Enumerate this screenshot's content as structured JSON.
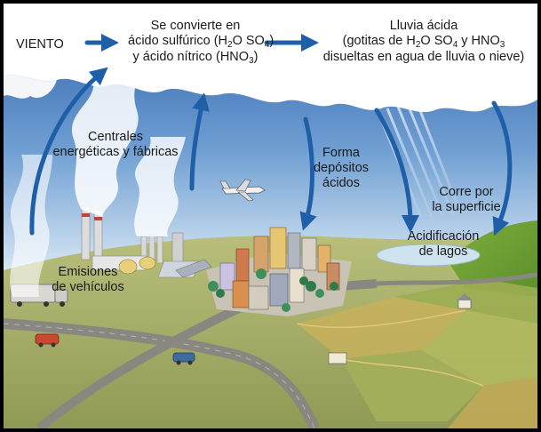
{
  "labels": {
    "wind": "VIENTO",
    "converts": {
      "line1": "Se convierte en",
      "line2_pre": "ácido sulfúrico (H",
      "line2_sub1": "2",
      "line2_mid": "O SO",
      "line2_sub2": "4",
      "line2_post": ")",
      "line3_pre": "y ácido nítrico (HNO",
      "line3_sub": "3",
      "line3_post": ")"
    },
    "acid_rain": {
      "line1": "Lluvia ácida",
      "line2_pre": "(gotitas de H",
      "line2_sub1": "2",
      "line2_mid": "O SO",
      "line2_sub2": "4",
      "line2_mid2": " y HNO",
      "line2_sub3": "3",
      "line3": "disueltas en agua de lluvia o nieve)"
    },
    "power_plants": {
      "line1": "Centrales",
      "line2": "energéticas y fábricas"
    },
    "deposits": {
      "line1": "Forma",
      "line2": "depósitos",
      "line3": "ácidos"
    },
    "runoff": {
      "line1": "Corre por",
      "line2": "la superficie"
    },
    "acidification": {
      "line1": "Acidificación",
      "line2": "de lagos"
    },
    "emissions": {
      "line1": "Emisiones",
      "line2": "de vehículos"
    }
  },
  "colors": {
    "sky_top": "#2f64ad",
    "sky_bottom": "#c9dff2",
    "cloud": "#ffffff",
    "arrow": "#1f5fa8",
    "ground": "#a9b36a",
    "road": "#8a8780",
    "lake": "#cfe3ef"
  }
}
